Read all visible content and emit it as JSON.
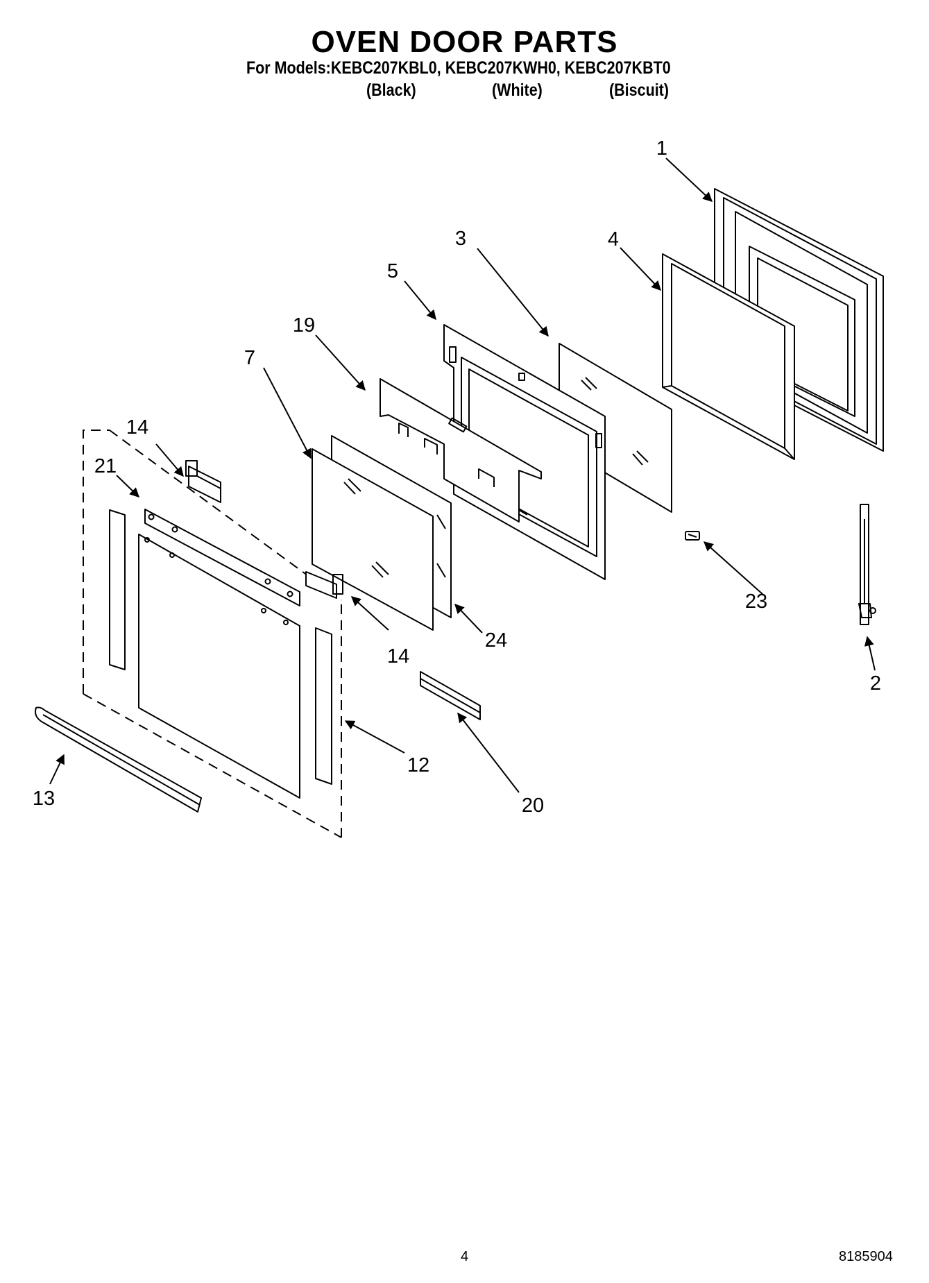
{
  "header": {
    "title": "OVEN DOOR PARTS",
    "models_line": "For Models:KEBC207KBL0, KEBC207KWH0, KEBC207KBT0",
    "variants": [
      "(Black)",
      "(White)",
      "(Biscuit)"
    ]
  },
  "callouts": {
    "c1": "1",
    "c2": "2",
    "c3": "3",
    "c4": "4",
    "c5": "5",
    "c7": "7",
    "c12": "12",
    "c13": "13",
    "c14a": "14",
    "c14b": "14",
    "c19": "19",
    "c20": "20",
    "c21": "21",
    "c23": "23",
    "c24": "24"
  },
  "footer": {
    "page_number": "4",
    "doc_number": "8185904"
  }
}
